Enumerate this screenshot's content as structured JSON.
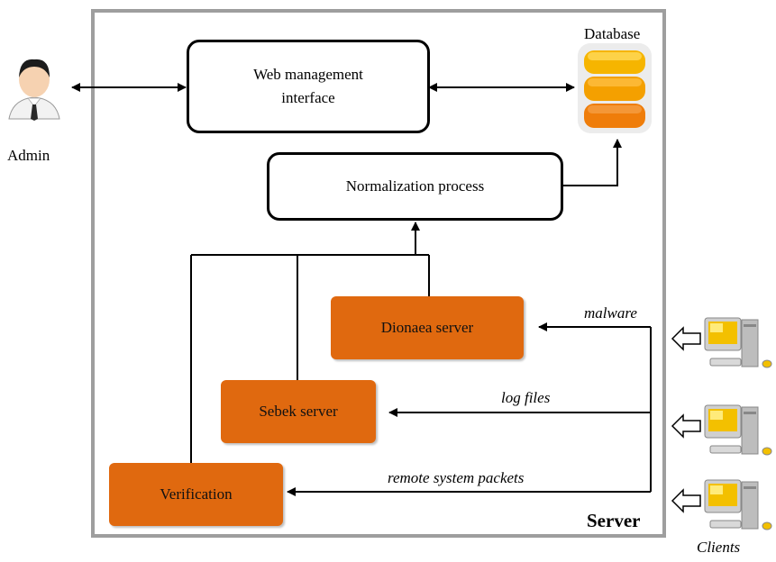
{
  "server": {
    "label": "Server"
  },
  "admin": {
    "label": "Admin"
  },
  "database": {
    "label": "Database"
  },
  "clients": {
    "label": "Clients"
  },
  "nodes": {
    "web_management": {
      "line1": "Web management",
      "line2": "interface"
    },
    "normalization": {
      "label": "Normalization process"
    },
    "dionaea": {
      "label": "Dionaea server"
    },
    "sebek": {
      "label": "Sebek server"
    },
    "verification": {
      "label": "Verification"
    }
  },
  "edges": {
    "malware": "malware",
    "log_files": "log files",
    "remote_packets": "remote system packets"
  },
  "colors": {
    "process_box": "#e0690f",
    "server_border": "#9e9e9e",
    "db_top": "#f6b500",
    "db_mid": "#f4a000",
    "db_bottom": "#ef7d0a"
  },
  "icons": {
    "admin": "admin-person-icon",
    "database": "database-stack-icon",
    "client": "desktop-computer-icon",
    "client_arrow": "hollow-arrow-icon"
  }
}
